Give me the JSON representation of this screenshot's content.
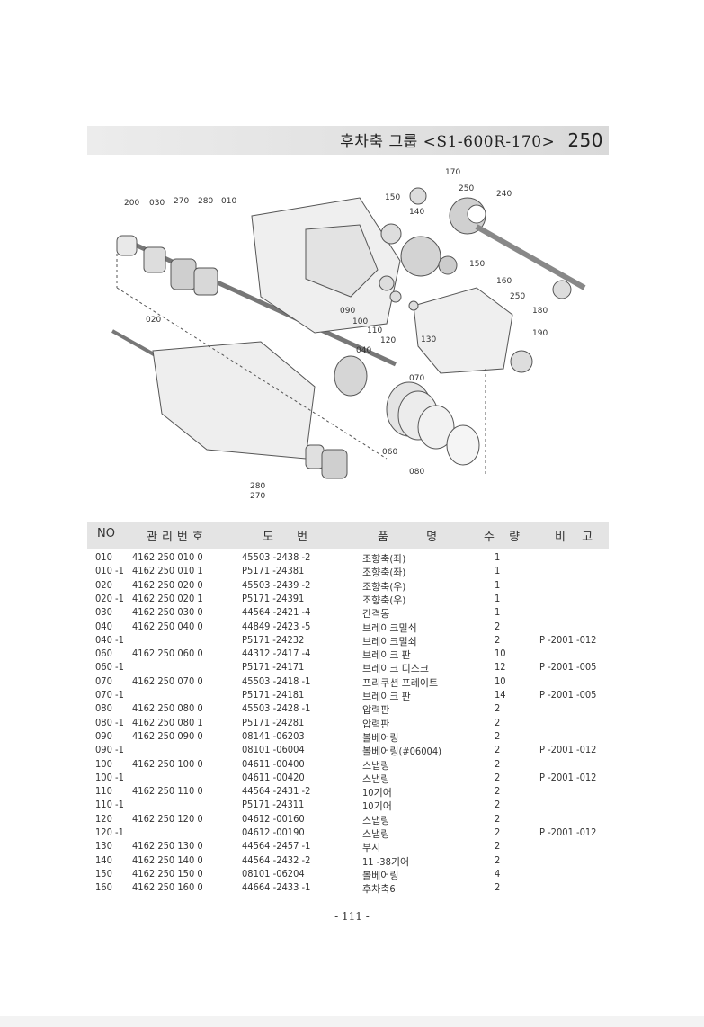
{
  "header": {
    "title_ko": "후차축 그룹",
    "model": "<S1-600R-170>",
    "group_no": "250"
  },
  "diagram": {
    "labels": [
      "200",
      "030",
      "270",
      "280",
      "010",
      "020",
      "170",
      "250",
      "240",
      "150",
      "140",
      "150",
      "160",
      "250",
      "180",
      "090",
      "100",
      "110",
      "120",
      "130",
      "190",
      "040",
      "070",
      "060",
      "080",
      "280",
      "270"
    ]
  },
  "table": {
    "headers": [
      "NO",
      "관리번호",
      "도 번",
      "품 명",
      "수 량",
      "비 고"
    ],
    "rows": [
      {
        "no": "010",
        "mgmt": "4162 250 010 0",
        "dwg": "45503 -2438 -2",
        "name": "조향축(좌)",
        "qty": "1",
        "note": ""
      },
      {
        "no": "010 -1",
        "mgmt": "4162 250 010 1",
        "dwg": "P5171 -24381",
        "name": "조향축(좌)",
        "qty": "1",
        "note": ""
      },
      {
        "no": "020",
        "mgmt": "4162 250 020 0",
        "dwg": "45503 -2439 -2",
        "name": "조향축(우)",
        "qty": "1",
        "note": ""
      },
      {
        "no": "020 -1",
        "mgmt": "4162 250 020 1",
        "dwg": "P5171 -24391",
        "name": "조향축(우)",
        "qty": "1",
        "note": ""
      },
      {
        "no": "030",
        "mgmt": "4162 250 030 0",
        "dwg": "44564 -2421 -4",
        "name": "간격동",
        "qty": "1",
        "note": ""
      },
      {
        "no": "040",
        "mgmt": "4162 250 040 0",
        "dwg": "44849 -2423 -5",
        "name": "브레이크밀쇠",
        "qty": "2",
        "note": ""
      },
      {
        "no": "040 -1",
        "mgmt": "",
        "dwg": "P5171 -24232",
        "name": "브레이크밀쇠",
        "qty": "2",
        "note": "P -2001 -012"
      },
      {
        "no": "060",
        "mgmt": "4162 250 060 0",
        "dwg": "44312 -2417 -4",
        "name": "브레이크 판",
        "qty": "10",
        "note": ""
      },
      {
        "no": "060 -1",
        "mgmt": "",
        "dwg": "P5171 -24171",
        "name": "브레이크 디스크",
        "qty": "12",
        "note": "P -2001 -005"
      },
      {
        "no": "070",
        "mgmt": "4162 250 070 0",
        "dwg": "45503 -2418 -1",
        "name": "프리쿠션 프레이트",
        "qty": "10",
        "note": ""
      },
      {
        "no": "070 -1",
        "mgmt": "",
        "dwg": "P5171 -24181",
        "name": "브레이크 판",
        "qty": "14",
        "note": "P -2001 -005"
      },
      {
        "no": "080",
        "mgmt": "4162 250 080 0",
        "dwg": "45503 -2428 -1",
        "name": "압력판",
        "qty": "2",
        "note": ""
      },
      {
        "no": "080 -1",
        "mgmt": "4162 250 080 1",
        "dwg": "P5171 -24281",
        "name": "압력판",
        "qty": "2",
        "note": ""
      },
      {
        "no": "090",
        "mgmt": "4162 250 090 0",
        "dwg": "08141 -06203",
        "name": "볼베어링",
        "qty": "2",
        "note": ""
      },
      {
        "no": "090 -1",
        "mgmt": "",
        "dwg": "08101 -06004",
        "name": "볼베어링(#06004)",
        "qty": "2",
        "note": "P -2001 -012"
      },
      {
        "no": "100",
        "mgmt": "4162 250 100 0",
        "dwg": "04611 -00400",
        "name": "스냅링",
        "qty": "2",
        "note": ""
      },
      {
        "no": "100 -1",
        "mgmt": "",
        "dwg": "04611 -00420",
        "name": "스냅링",
        "qty": "2",
        "note": "P -2001 -012"
      },
      {
        "no": "110",
        "mgmt": "4162 250 110 0",
        "dwg": "44564 -2431 -2",
        "name": "10기어",
        "qty": "2",
        "note": ""
      },
      {
        "no": "110 -1",
        "mgmt": "",
        "dwg": "P5171 -24311",
        "name": "10기어",
        "qty": "2",
        "note": ""
      },
      {
        "no": "120",
        "mgmt": "4162 250 120 0",
        "dwg": "04612 -00160",
        "name": "스냅링",
        "qty": "2",
        "note": ""
      },
      {
        "no": "120 -1",
        "mgmt": "",
        "dwg": "04612 -00190",
        "name": "스냅링",
        "qty": "2",
        "note": "P -2001 -012"
      },
      {
        "no": "130",
        "mgmt": "4162 250 130 0",
        "dwg": "44564 -2457 -1",
        "name": "부시",
        "qty": "2",
        "note": ""
      },
      {
        "no": "140",
        "mgmt": "4162 250 140 0",
        "dwg": "44564 -2432 -2",
        "name": "11 -38기어",
        "qty": "2",
        "note": ""
      },
      {
        "no": "150",
        "mgmt": "4162 250 150 0",
        "dwg": "08101 -06204",
        "name": "볼베어링",
        "qty": "4",
        "note": ""
      },
      {
        "no": "160",
        "mgmt": "4162 250 160 0",
        "dwg": "44664 -2433 -1",
        "name": "후차축6",
        "qty": "2",
        "note": ""
      }
    ]
  },
  "footer": {
    "page": "- 111 -"
  }
}
